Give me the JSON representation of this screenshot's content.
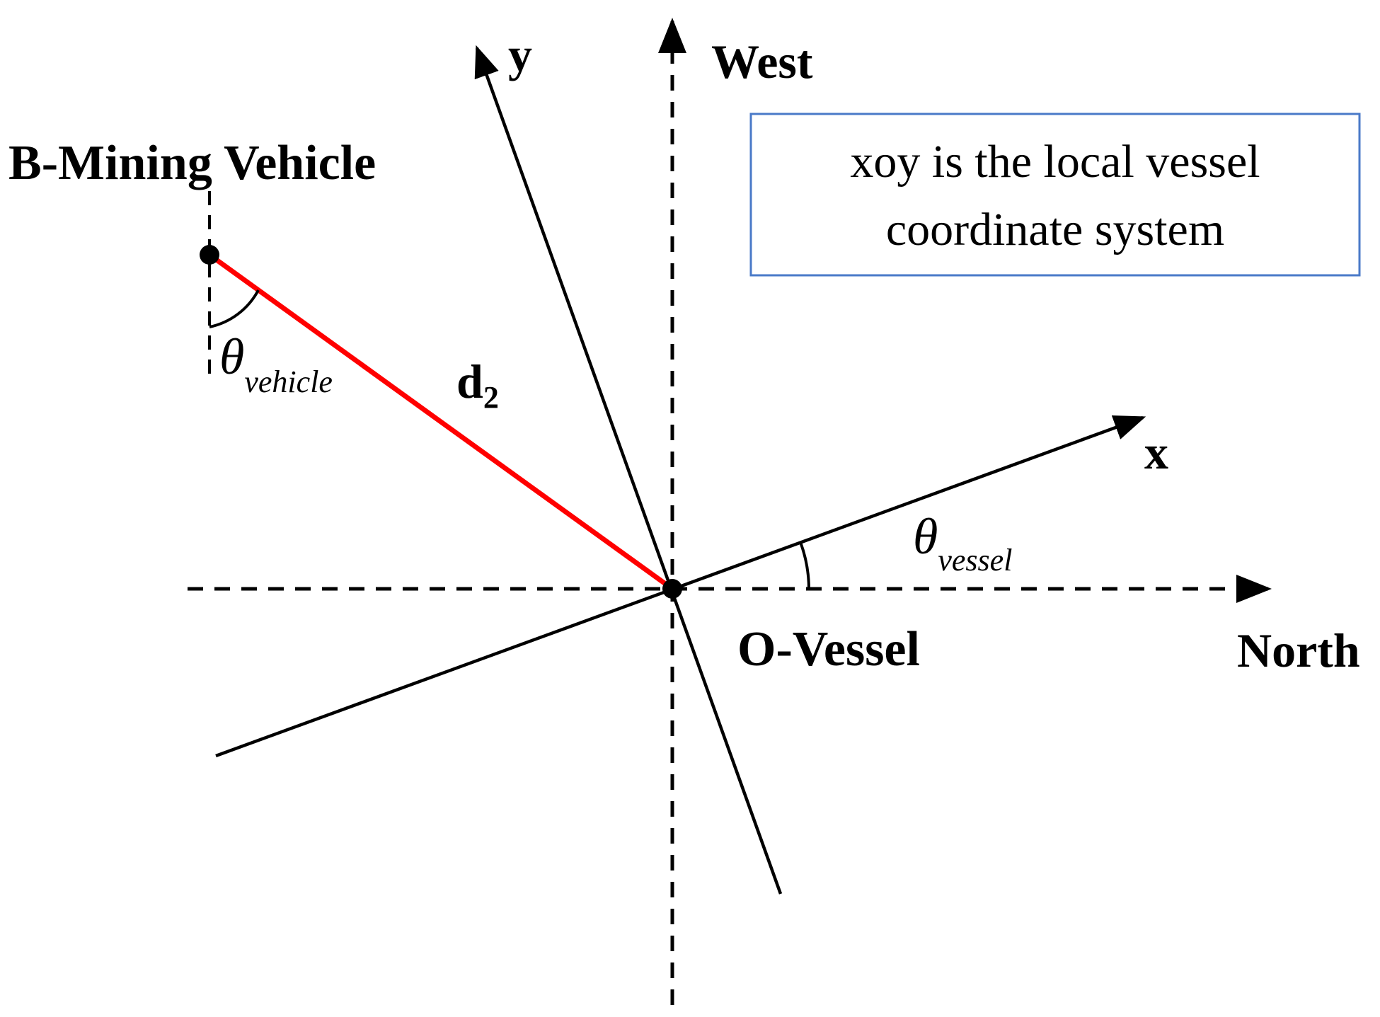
{
  "labels": {
    "west": "West",
    "north": "North",
    "y_axis": "y",
    "x_axis": "x",
    "vehicle": "B-Mining Vehicle",
    "vessel": "O-Vessel",
    "distance_main": "d",
    "distance_sub": "2",
    "theta_symbol": "θ",
    "theta_vehicle_sub": "vehicle",
    "theta_vessel_sub": "vessel"
  },
  "note": {
    "line1": "xoy is the local vessel",
    "line2": "coordinate system"
  },
  "colors": {
    "line": "#000000",
    "distance_line": "#ff0000",
    "note_border": "#4a7ac8",
    "background": "#ffffff"
  }
}
